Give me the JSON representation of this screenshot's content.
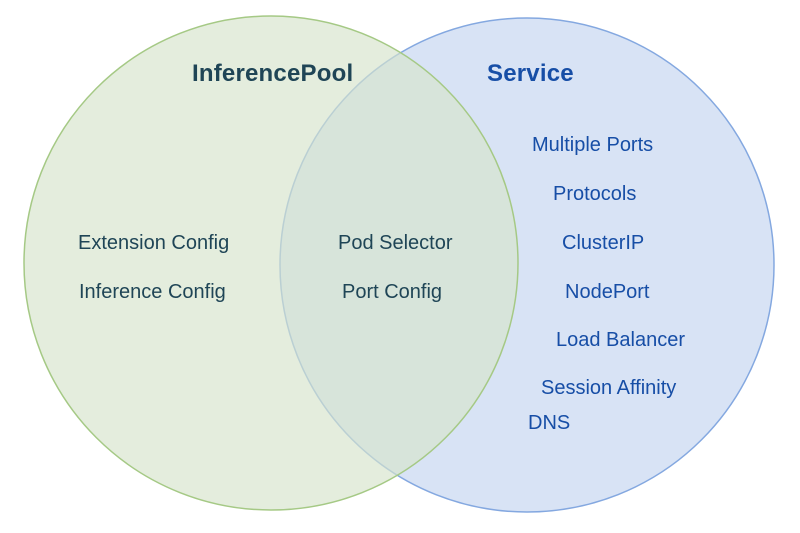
{
  "diagram": {
    "type": "venn",
    "left_circle": {
      "title": "InferencePool",
      "items": [
        "Extension Config",
        "Inference Config"
      ],
      "fill": "#d6e4cc",
      "fill_opacity": "0.66",
      "stroke": "#a5c985",
      "text_color": "#1f4556"
    },
    "right_circle": {
      "title": "Service",
      "items": [
        "Multiple Ports",
        "Protocols",
        "ClusterIP",
        "NodePort",
        "Load Balancer",
        "Session Affinity",
        "DNS"
      ],
      "fill": "#d8e3f5",
      "fill_opacity": "1",
      "stroke": "#84a8e0",
      "text_color": "#174ea6"
    },
    "intersection": {
      "items": [
        "Pod Selector",
        "Port Config"
      ],
      "apparent_fill": "#d8e5dc",
      "text_color": "#1f4556"
    },
    "background_color": "#ffffff"
  }
}
